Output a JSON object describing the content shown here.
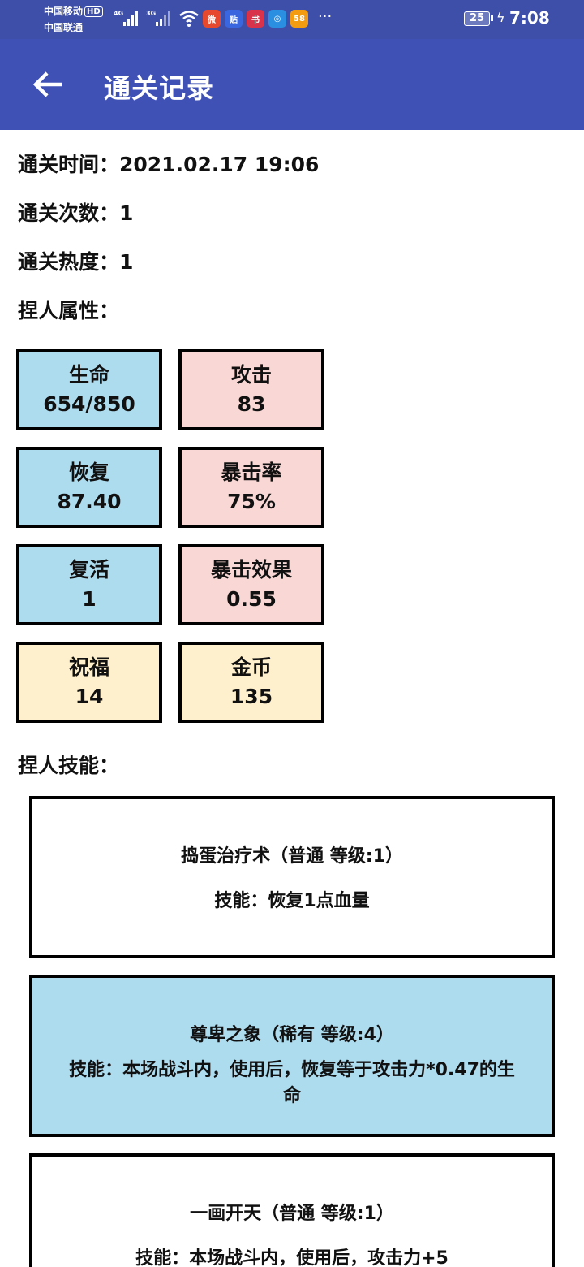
{
  "status_bar": {
    "carrier_1": "中国移动",
    "hd_badge": "HD",
    "carrier_2": "中国联通",
    "net_1": "4G",
    "net_2": "3G",
    "more": "···",
    "battery": "25",
    "time": "7:08",
    "app_icons": [
      {
        "icon": "weibo-icon",
        "text": "微",
        "color": "#e6492d"
      },
      {
        "icon": "tieba-icon",
        "text": "贴",
        "color": "#3a67e0"
      },
      {
        "icon": "book-icon",
        "text": "书",
        "color": "#d8334a"
      },
      {
        "icon": "browser-icon",
        "text": "◎",
        "color": "#2a8fe0"
      },
      {
        "icon": "58-icon",
        "text": "58",
        "color": "#f39c12"
      }
    ]
  },
  "app_bar": {
    "title": "通关记录",
    "back_icon": "arrow-left-icon"
  },
  "info": {
    "clear_time": "通关时间：2021.02.17  19:06",
    "clear_count": "通关次数：1",
    "heat": "通关热度：1",
    "attributes_heading": "捏人属性：",
    "skills_heading": "捏人技能："
  },
  "stats": {
    "hp": {
      "label": "生命",
      "value": "654/850"
    },
    "attack": {
      "label": "攻击",
      "value": "83"
    },
    "recover": {
      "label": "恢复",
      "value": "87.40"
    },
    "crit_rate": {
      "label": "暴击率",
      "value": "75%"
    },
    "revive": {
      "label": "复活",
      "value": "1"
    },
    "crit_effect": {
      "label": "暴击效果",
      "value": "0.55"
    },
    "blessing": {
      "label": "祝福",
      "value": "14"
    },
    "gold": {
      "label": "金币",
      "value": "135"
    }
  },
  "colors": {
    "app_bar": "#3f51b5",
    "status_bar": "#3d4fa8",
    "blue_card": "#aedcef",
    "pink_card": "#f9d7d4",
    "yellow_card": "#fef0cc"
  },
  "skills": [
    {
      "name": "捣蛋治疗术（普通 等级:1）",
      "desc": "技能：恢复1点血量"
    },
    {
      "name": "尊卑之象（稀有 等级:4）",
      "desc": "技能：本场战斗内，使用后，恢复等于攻击力*0.47的生命"
    },
    {
      "name": "一画开天（普通 等级:1）",
      "desc": "技能：本场战斗内，使用后，攻击力+5"
    }
  ]
}
